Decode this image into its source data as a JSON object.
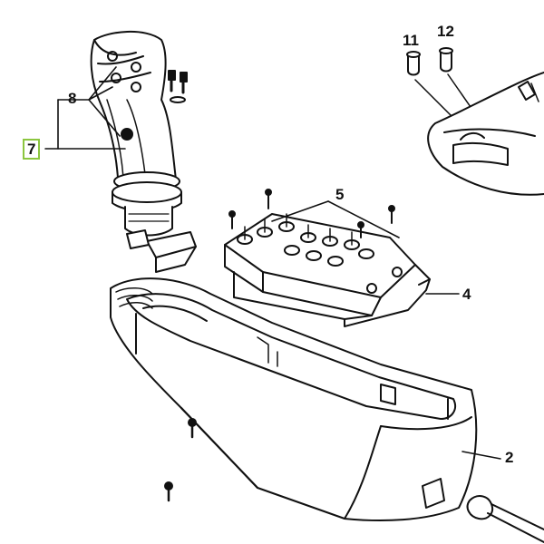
{
  "diagram": {
    "callouts": [
      {
        "id": "label-11",
        "text": "11",
        "highlighted": false
      },
      {
        "id": "label-12",
        "text": "12",
        "highlighted": false
      },
      {
        "id": "label-8",
        "text": "8",
        "highlighted": false
      },
      {
        "id": "label-7",
        "text": "7",
        "highlighted": true
      },
      {
        "id": "label-5",
        "text": "5",
        "highlighted": false
      },
      {
        "id": "label-4",
        "text": "4",
        "highlighted": false
      },
      {
        "id": "label-2",
        "text": "2",
        "highlighted": false
      }
    ],
    "highlight_color": "#8cc63f",
    "line_color": "#111111"
  }
}
